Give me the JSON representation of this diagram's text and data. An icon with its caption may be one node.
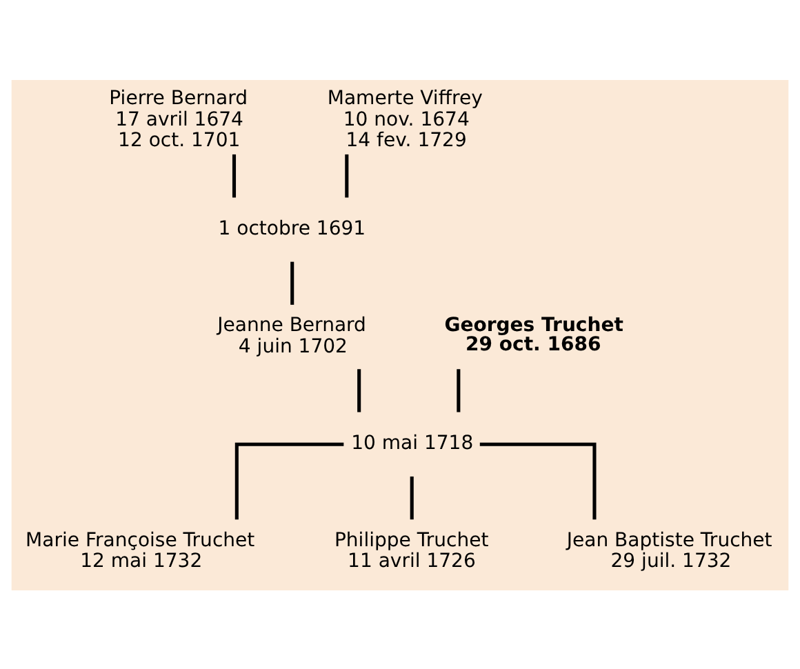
{
  "diagram": {
    "nodes": [
      {
        "text": [
          "Pierre Bernard",
          "17 avril 1674",
          "12 oct. 1701"
        ]
      },
      {
        "text": [
          "Mamerte Viffrey",
          "10 nov. 1674",
          "14 fev. 1729"
        ]
      },
      {
        "text": [
          "1 octobre 1691"
        ]
      },
      {
        "text": [
          "Georges Truchet",
          "29 oct. 1686"
        ]
      },
      {
        "text": [
          "Jeanne Bernard",
          "4 juin 1702"
        ]
      },
      {
        "text": [
          "10 mai 1718"
        ]
      },
      {
        "text": [
          "Marie Françoise Truchet",
          "12 mai 1732"
        ]
      },
      {
        "text": [
          "Philippe Truchet",
          "11 avril 1726"
        ]
      },
      {
        "text": [
          "Jean Baptiste Truchet",
          "29 juil. 1732"
        ]
      }
    ],
    "edges": [
      {
        "from": 0,
        "to": 2,
        "arrow": "none"
      },
      {
        "from": 1,
        "to": 2,
        "arrow": "none"
      },
      {
        "from": 2,
        "to": 4,
        "arrow": "none"
      },
      {
        "from": 3,
        "to": 5,
        "arrow": "none"
      },
      {
        "from": 4,
        "to": 5,
        "arrow": "none"
      },
      {
        "from": 5,
        "to": 6,
        "arrow": "none"
      },
      {
        "from": 5,
        "to": 7,
        "arrow": "none"
      },
      {
        "from": 5,
        "to": 8,
        "arrow": "none"
      }
    ]
  }
}
